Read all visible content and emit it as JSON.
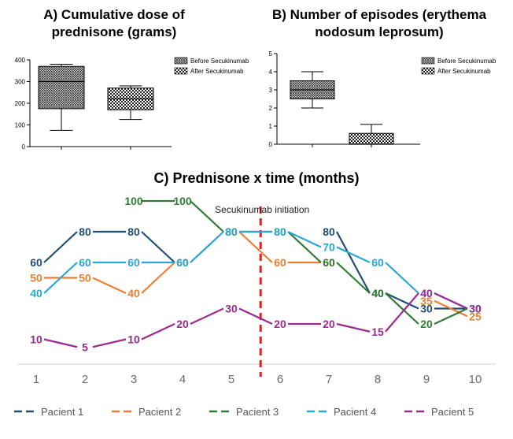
{
  "panels": {
    "a_title": "A) Cumulative dose of prednisone (grams)",
    "b_title": "B) Number of episodes (erythema nodosum leprosum)",
    "c_title": "C) Prednisone x time (months)"
  },
  "chart_data": [
    {
      "type": "boxplot",
      "title": "A) Cumulative dose of prednisone (grams)",
      "ylim": [
        0,
        400
      ],
      "yticks": [
        "0",
        "100",
        "200",
        "300",
        "400"
      ],
      "legend": [
        "Before Secukinumab",
        "After Secukinumab"
      ],
      "legend_position": "right",
      "boxes": [
        {
          "name": "Before Secukinumab",
          "min": 75,
          "q1": 175,
          "median": 300,
          "q3": 370,
          "max": 380
        },
        {
          "name": "After Secukinumab",
          "min": 125,
          "q1": 170,
          "median": 220,
          "q3": 270,
          "max": 280
        }
      ]
    },
    {
      "type": "boxplot",
      "title": "B) Number of episodes (erythema nodosum leprosum)",
      "ylim": [
        0,
        5
      ],
      "yticks": [
        "0",
        "1",
        "2",
        "3",
        "4",
        "5"
      ],
      "legend": [
        "Before Secukinumab",
        "After Secukinumab"
      ],
      "legend_position": "right",
      "boxes": [
        {
          "name": "Before Secukinumab",
          "min": 2,
          "q1": 2.5,
          "median": 3,
          "q3": 3.5,
          "max": 4
        },
        {
          "name": "After Secukinumab",
          "min": 0,
          "q1": 0,
          "median": 0,
          "q3": 0.6,
          "max": 1.1
        }
      ]
    },
    {
      "type": "line",
      "title": "C) Prednisone x time (months)",
      "x": [
        "1",
        "2",
        "3",
        "4",
        "5",
        "6",
        "7",
        "8",
        "9",
        "10"
      ],
      "annotation": "Secukinumab initiation",
      "annotation_x": 5.6,
      "legend_position": "bottom",
      "series": [
        {
          "name": "Pacient 1",
          "color": "#1f4e79",
          "values": [
            60,
            80,
            80,
            60,
            null,
            null,
            80,
            40,
            30,
            30
          ]
        },
        {
          "name": "Pacient 2",
          "color": "#ed7d31",
          "values": [
            50,
            50,
            40,
            60,
            80,
            60,
            60,
            null,
            35,
            25
          ]
        },
        {
          "name": "Pacient 3",
          "color": "#2e7d32",
          "values": [
            null,
            null,
            100,
            100,
            80,
            80,
            60,
            40,
            20,
            30
          ]
        },
        {
          "name": "Pacient 4",
          "color": "#29a7d9",
          "values": [
            40,
            60,
            60,
            60,
            80,
            80,
            70,
            60,
            40,
            30
          ]
        },
        {
          "name": "Pacient 5",
          "color": "#9c2a91",
          "values": [
            10,
            5,
            10,
            20,
            30,
            20,
            20,
            15,
            40,
            30
          ]
        }
      ]
    }
  ]
}
